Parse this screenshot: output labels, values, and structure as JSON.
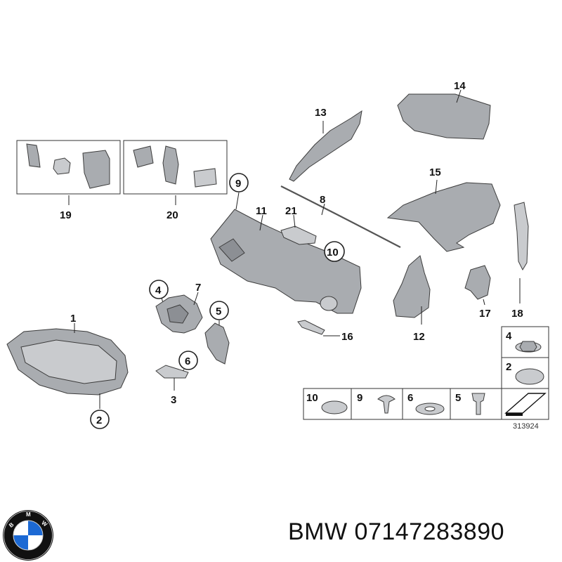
{
  "callouts": {
    "c1": "1",
    "c2": "2",
    "c3": "3",
    "c4": "4",
    "c5": "5",
    "c6": "6",
    "c7": "7",
    "c8": "8",
    "c9": "9",
    "c10": "10",
    "c11": "11",
    "c12": "12",
    "c13": "13",
    "c14": "14",
    "c15": "15",
    "c16": "16",
    "c17": "17",
    "c18": "18",
    "c19": "19",
    "c20": "20",
    "c21": "21"
  },
  "fastener_table": {
    "row1": [
      "4",
      "2"
    ],
    "row2": [
      "10",
      "9",
      "6",
      "5"
    ]
  },
  "diagram_ref": "313924",
  "logo": {
    "text": "BMW",
    "colors": {
      "blue": "#1c69d4",
      "black": "#111111",
      "white": "#ffffff"
    }
  },
  "part_caption": "BMW 07147283890"
}
